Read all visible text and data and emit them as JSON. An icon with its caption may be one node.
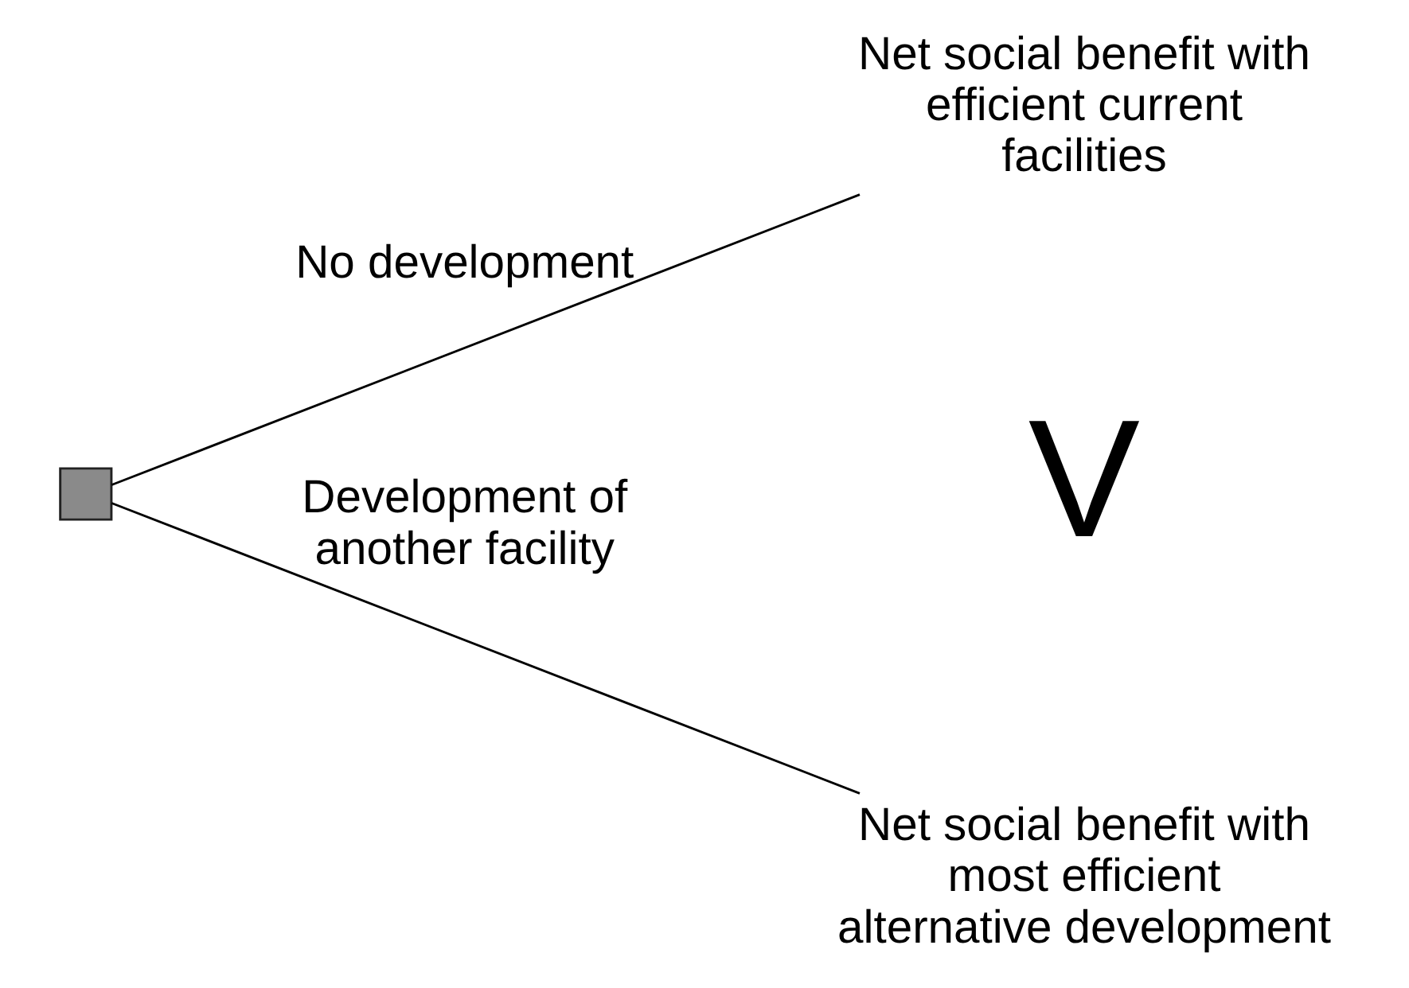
{
  "diagram": {
    "nodes": [
      {
        "text": [],
        "shape": "box"
      },
      {
        "text": [
          "Net social benefit with efficient current facilities"
        ]
      },
      {
        "text": [
          "Net social benefit with most efficient alternative development"
        ]
      }
    ],
    "edges": [
      {
        "from": 0,
        "to": 1,
        "arrow": "none",
        "label": "No development"
      },
      {
        "from": 0,
        "to": 2,
        "arrow": "none",
        "label": "Development of another facility"
      }
    ],
    "labels": [
      "V"
    ]
  }
}
